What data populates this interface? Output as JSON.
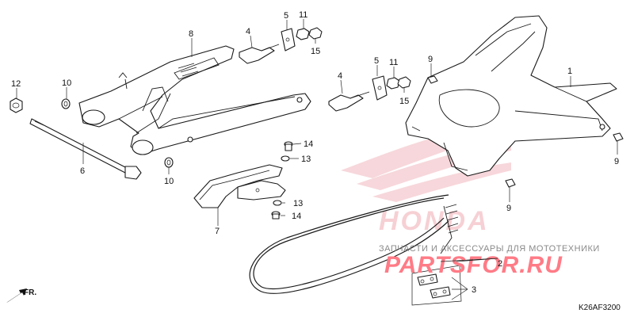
{
  "diagram_code": "K26AF3200",
  "direction_label": "FR.",
  "watermark": {
    "brand_text": "HONDA",
    "caption": "ЗАПЧАСТИ И АКСЕССУАРЫ ДЛЯ МОТОТЕХНИКИ",
    "site": "PARTSFOR.RU"
  },
  "callouts": [
    {
      "id": "c1",
      "text": "1"
    },
    {
      "id": "c2",
      "text": "2"
    },
    {
      "id": "c3",
      "text": "3"
    },
    {
      "id": "c4a",
      "text": "4"
    },
    {
      "id": "c4b",
      "text": "4"
    },
    {
      "id": "c5a",
      "text": "5"
    },
    {
      "id": "c5b",
      "text": "5"
    },
    {
      "id": "c6",
      "text": "6"
    },
    {
      "id": "c7",
      "text": "7"
    },
    {
      "id": "c8",
      "text": "8"
    },
    {
      "id": "c9a",
      "text": "9"
    },
    {
      "id": "c9b",
      "text": "9"
    },
    {
      "id": "c9c",
      "text": "9"
    },
    {
      "id": "c10a",
      "text": "10"
    },
    {
      "id": "c10b",
      "text": "10"
    },
    {
      "id": "c11a",
      "text": "11"
    },
    {
      "id": "c11b",
      "text": "11"
    },
    {
      "id": "c12",
      "text": "12"
    },
    {
      "id": "c13a",
      "text": "13"
    },
    {
      "id": "c13b",
      "text": "13"
    },
    {
      "id": "c14a",
      "text": "14"
    },
    {
      "id": "c14b",
      "text": "14"
    },
    {
      "id": "c15a",
      "text": "15"
    },
    {
      "id": "c15b",
      "text": "15"
    }
  ]
}
